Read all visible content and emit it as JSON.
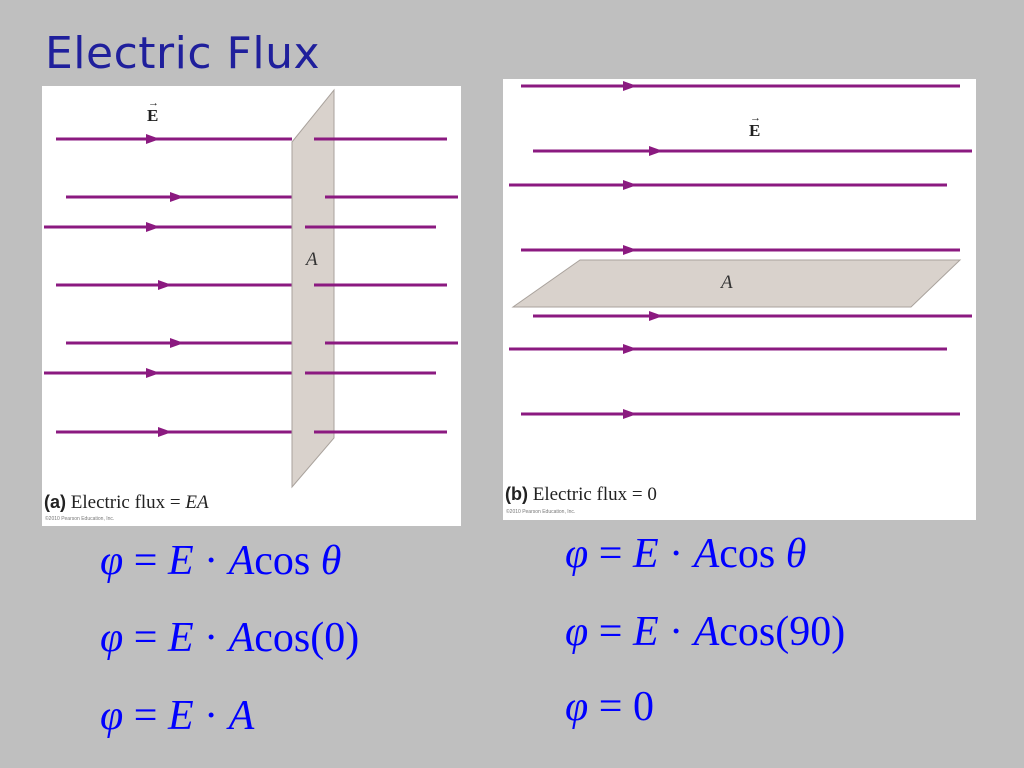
{
  "slide": {
    "title": "Electric Flux"
  },
  "panel_a": {
    "caption_letter": "(a)",
    "caption_text": "Electric flux = ",
    "caption_value": "EA",
    "copyright": "©2010 Pearson Education, Inc.",
    "field_label": "E",
    "area_label": "A"
  },
  "panel_b": {
    "caption_letter": "(b)",
    "caption_text": "Electric flux = 0",
    "copyright": "©2010 Pearson Education, Inc.",
    "field_label": "E",
    "area_label": "A"
  },
  "equations_left": [
    {
      "lhs": "φ",
      "rhs_var": "E",
      "dot": "·",
      "area": "A",
      "func": "cos",
      "arg": "θ",
      "arg_italic": true
    },
    {
      "lhs": "φ",
      "rhs_var": "E",
      "dot": "·",
      "area": "A",
      "func": "cos",
      "arg": "(0)",
      "arg_italic": false
    },
    {
      "lhs": "φ",
      "rhs_var": "E",
      "dot": "·",
      "area": "A",
      "func": "",
      "arg": "",
      "arg_italic": false
    }
  ],
  "equations_right": [
    {
      "lhs": "φ",
      "rhs_var": "E",
      "dot": "·",
      "area": "A",
      "func": "cos",
      "arg": "θ",
      "arg_italic": true
    },
    {
      "lhs": "φ",
      "rhs_var": "E",
      "dot": "·",
      "area": "A",
      "func": "cos",
      "arg": "(90)",
      "arg_italic": false
    },
    {
      "lhs": "φ",
      "rhs_value": "0"
    }
  ],
  "colors": {
    "background": "#bfbfbf",
    "title": "#1f1f9c",
    "field_line": "#8b1a80",
    "plane_fill": "#d9d2cc",
    "plane_stroke": "#a9a29c",
    "equation": "#0000ff"
  }
}
